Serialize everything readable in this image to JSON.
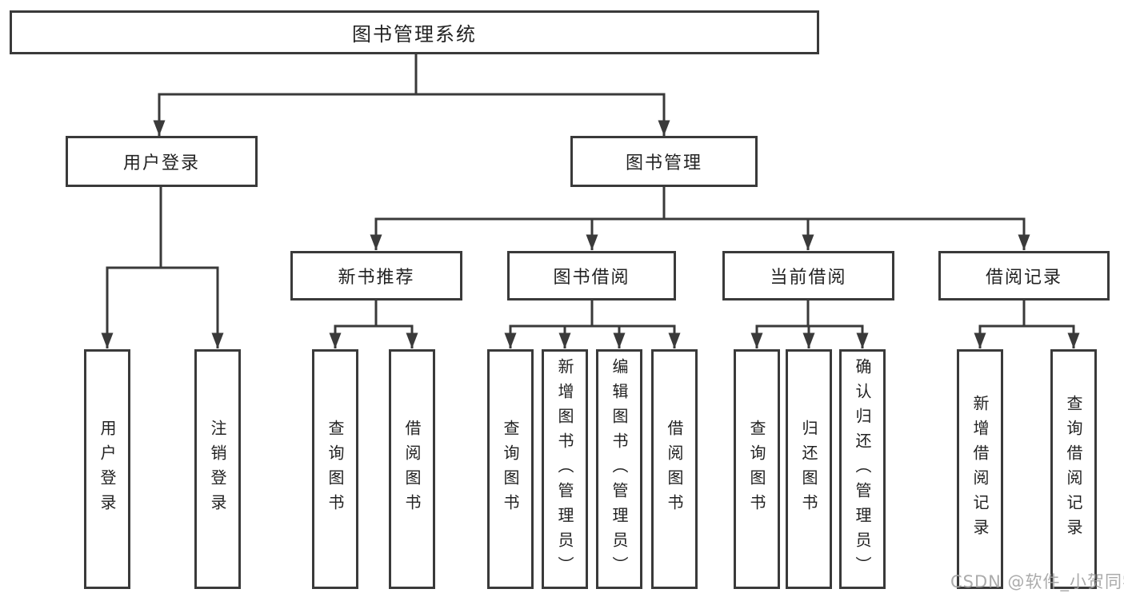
{
  "diagram": {
    "root": {
      "label": "图书管理系统"
    },
    "level2": [
      {
        "label": "用户登录"
      },
      {
        "label": "图书管理"
      }
    ],
    "level3": [
      {
        "label": "新书推荐"
      },
      {
        "label": "图书借阅"
      },
      {
        "label": "当前借阅"
      },
      {
        "label": "借阅记录"
      }
    ],
    "leaves": [
      {
        "label": "用户登录"
      },
      {
        "label": "注销登录"
      },
      {
        "label": "查询图书"
      },
      {
        "label": "借阅图书"
      },
      {
        "label": "查询图书"
      },
      {
        "label": "新增图书（管理员）"
      },
      {
        "label": "编辑图书（管理员）"
      },
      {
        "label": "借阅图书"
      },
      {
        "label": "查询图书"
      },
      {
        "label": "归还图书"
      },
      {
        "label": "确认归还（管理员）"
      },
      {
        "label": "新增借阅记录"
      },
      {
        "label": "查询借阅记录"
      }
    ]
  },
  "watermark": {
    "text": "CSDN @软件_小贺同学"
  },
  "colors": {
    "line": "#3a3a3a",
    "text": "#222222",
    "watermark": "#a3a3a3",
    "background": "#ffffff"
  }
}
